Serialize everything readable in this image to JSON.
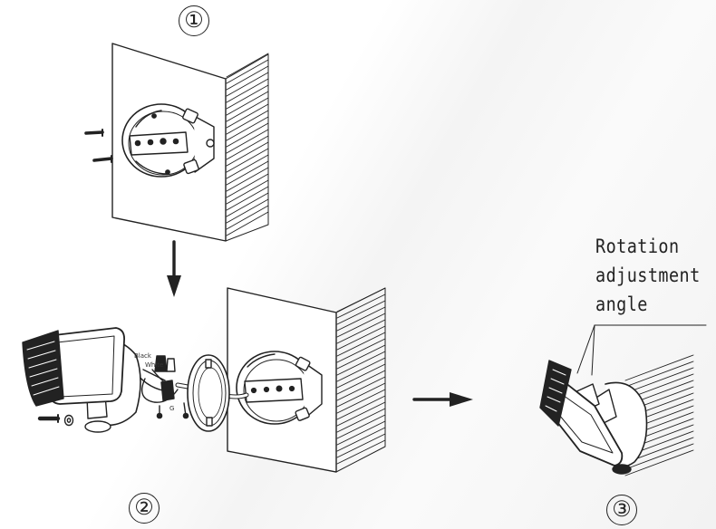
{
  "steps": {
    "step1": "①",
    "step2": "②",
    "step3": "③"
  },
  "callout": {
    "line1": "Rotation",
    "line2": "adjustment",
    "line3": "angle"
  },
  "wire_labels": {
    "black": "Black",
    "white": "White",
    "ground": "G"
  },
  "colors": {
    "ink": "#222222",
    "paper": "#ffffff"
  }
}
